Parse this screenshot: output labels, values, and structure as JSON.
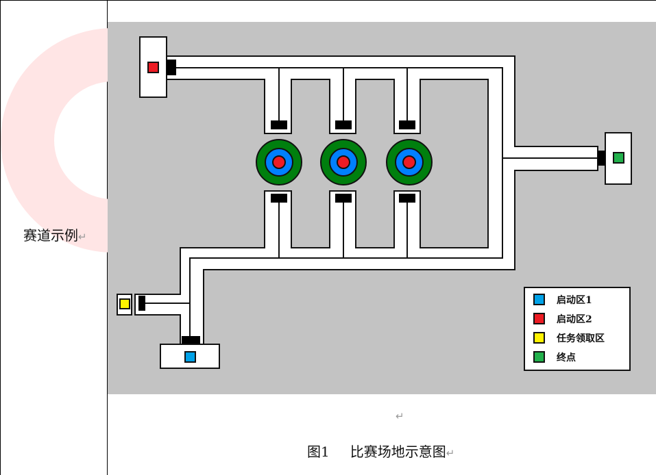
{
  "table": {
    "row_label": "赛道示例",
    "paragraph_mark": "↵"
  },
  "figure": {
    "title": "比赛场地示意图",
    "number": "图1",
    "background_color": "#c3c3c3",
    "zones": [
      {
        "id": "start-zone-1",
        "color": "#00a2e8"
      },
      {
        "id": "start-zone-2",
        "color": "#ed1c24"
      },
      {
        "id": "task-pickup-zone",
        "color": "#fff200"
      },
      {
        "id": "finish-zone",
        "color": "#22b14c"
      }
    ],
    "targets": {
      "count": 3,
      "ring_colors": [
        "#007f0e",
        "#0080ff",
        "#ed1c24"
      ]
    },
    "legend": {
      "items": [
        {
          "label": "启动区1",
          "color": "#00a2e8"
        },
        {
          "label": "启动区2",
          "color": "#ed1c24"
        },
        {
          "label": "任务领取区",
          "color": "#fff200"
        },
        {
          "label": "终点",
          "color": "#22b14c"
        }
      ]
    }
  },
  "caption": {
    "number": "图1",
    "text": "比赛场地示意图",
    "paragraph_mark": "↵"
  },
  "empty_paragraph_mark": "↵"
}
